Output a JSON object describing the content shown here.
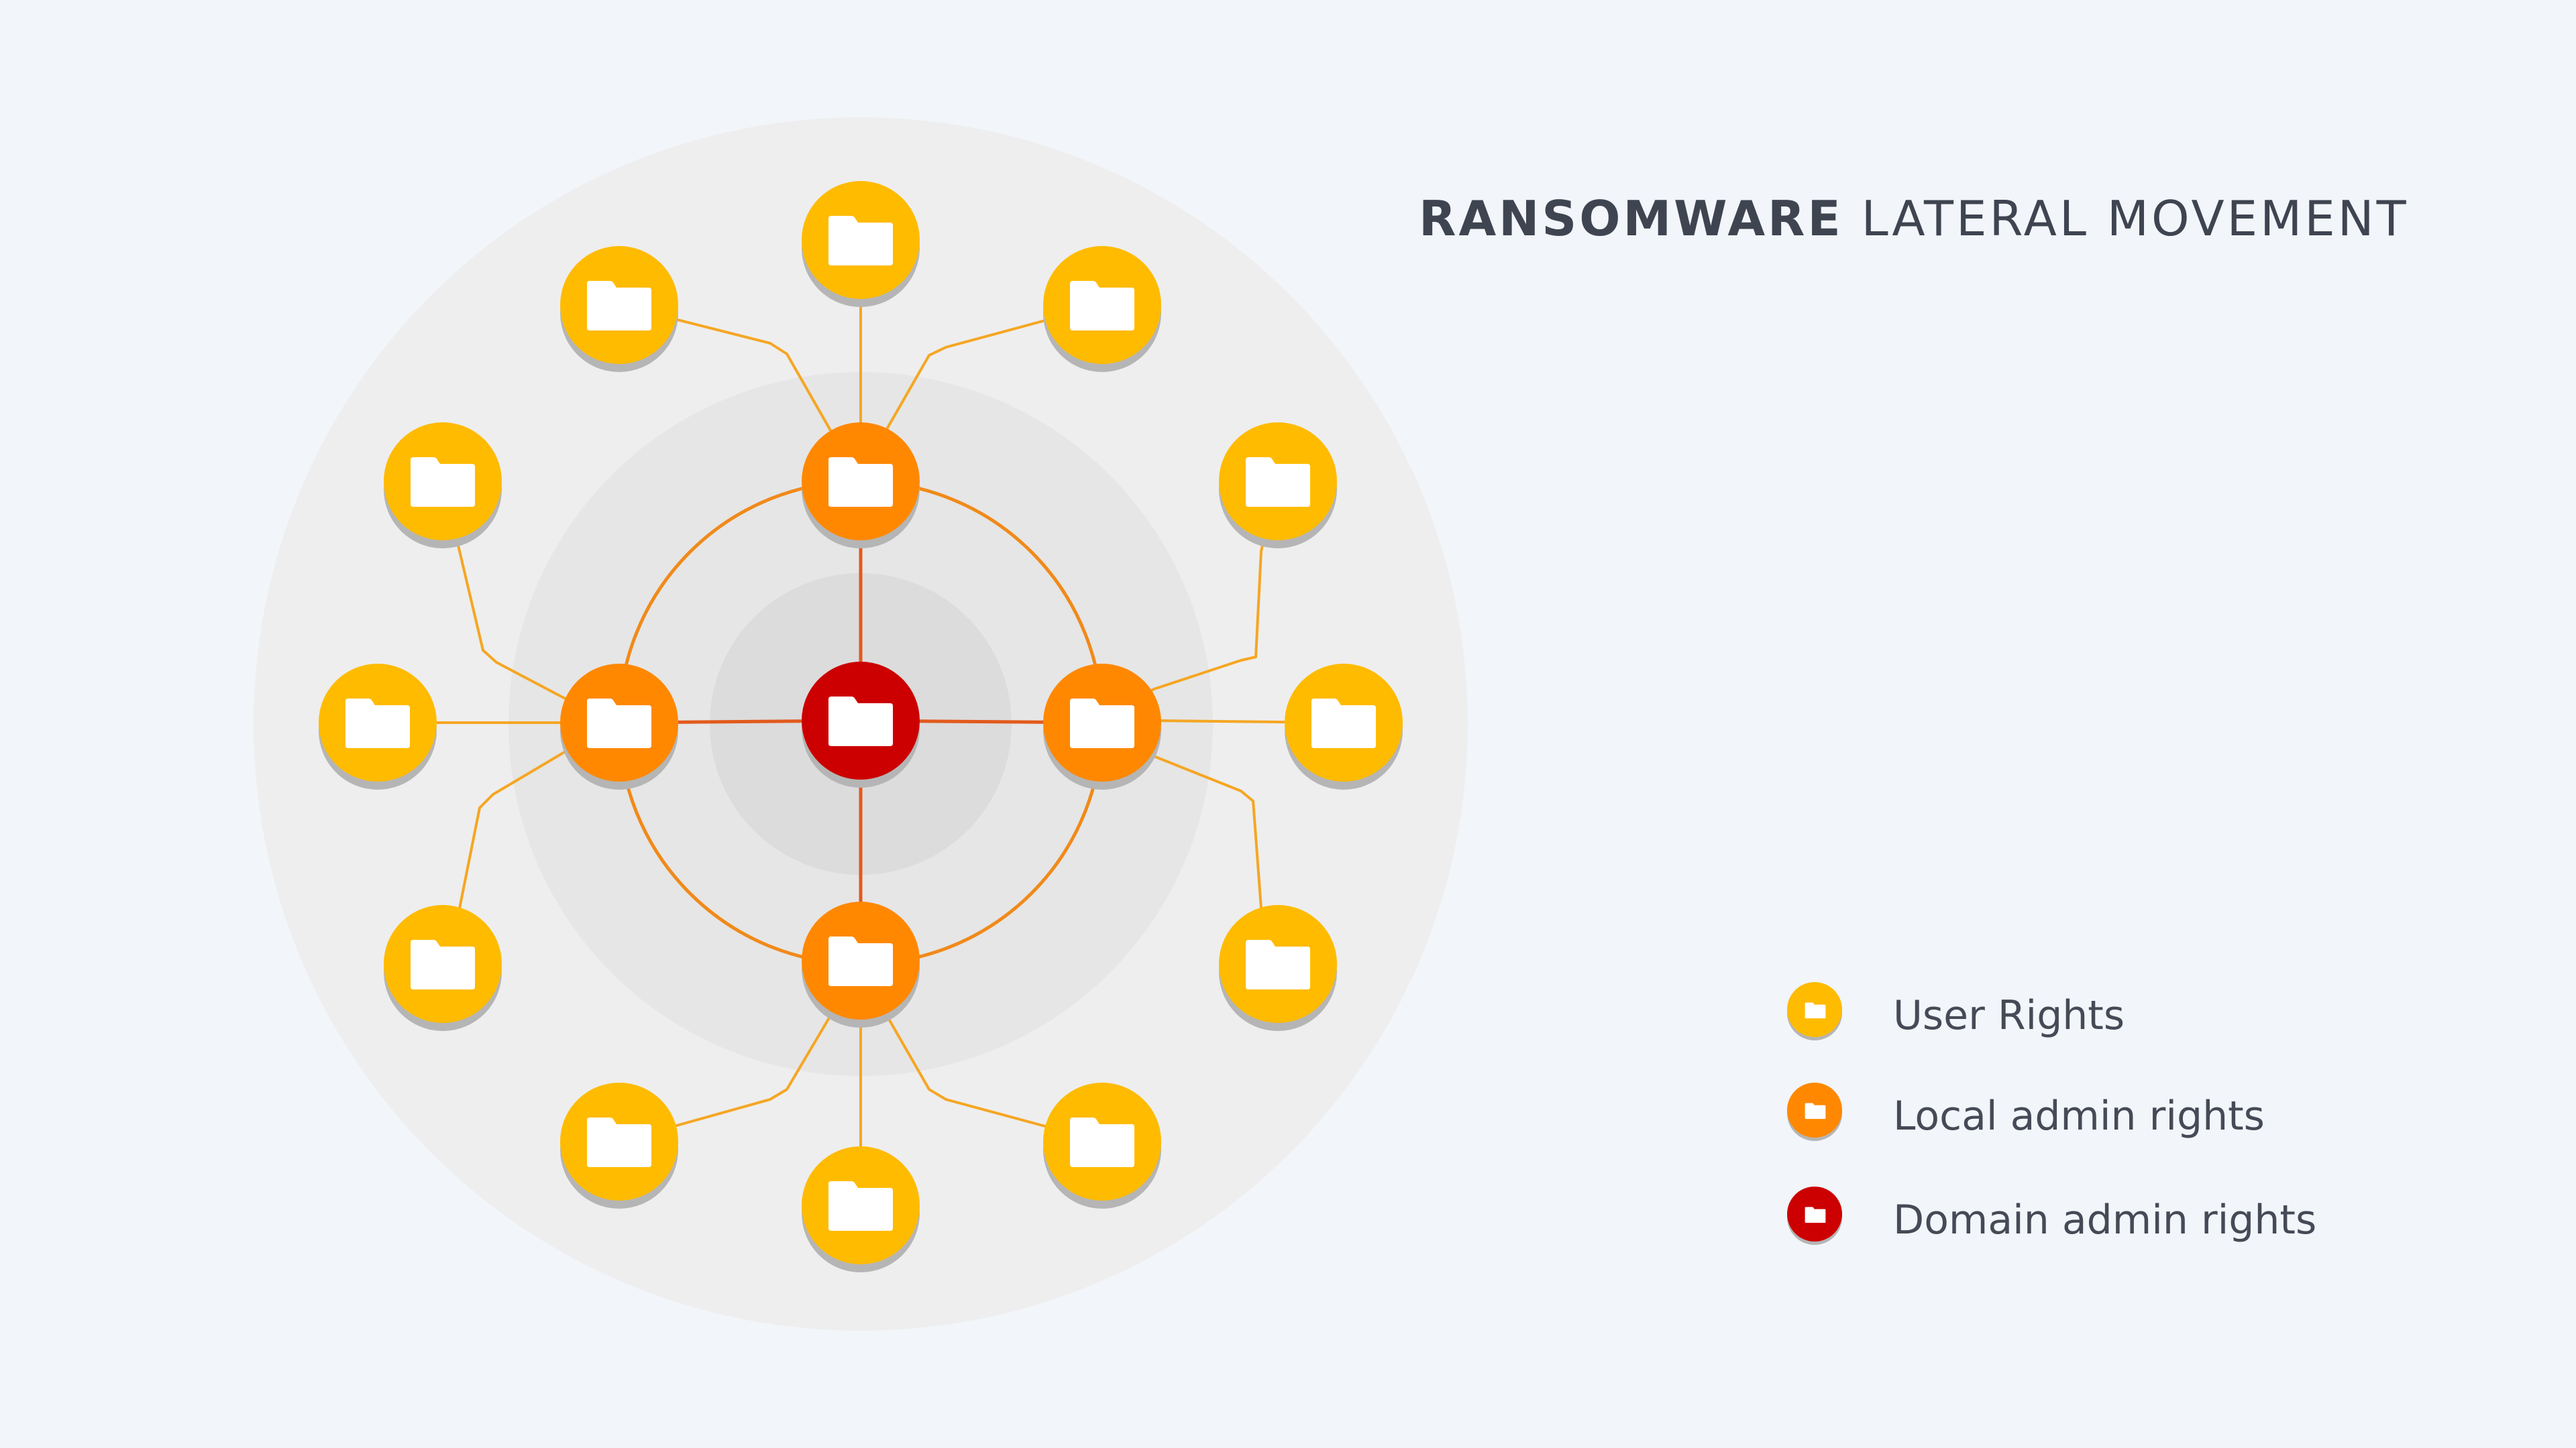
{
  "title": {
    "bold": "RANSOMWARE",
    "rest": "LATERAL MOVEMENT"
  },
  "legend": [
    {
      "label": "User Rights",
      "level": "user",
      "color": "#ffbb00"
    },
    {
      "label": "Local admin rights",
      "level": "local",
      "color": "#ff8800"
    },
    {
      "label": "Domain admin rights",
      "level": "domain",
      "color": "#cc0000"
    }
  ],
  "colors": {
    "user": "#ffbb00",
    "local": "#ff8800",
    "domain": "#cc0000",
    "folder": "#ffffff",
    "ring_outer": "#eeeeee",
    "ring_middle": "#e6e6e6",
    "ring_inner": "#dcdcdc",
    "background": "#f2f5f9"
  },
  "nodes": {
    "domain": [
      {
        "id": "center",
        "rights": "domain"
      }
    ],
    "local": [
      {
        "id": "local-top",
        "rights": "local"
      },
      {
        "id": "local-right",
        "rights": "local"
      },
      {
        "id": "local-bottom",
        "rights": "local"
      },
      {
        "id": "local-left",
        "rights": "local"
      }
    ],
    "user": [
      {
        "id": "user-1",
        "rights": "user",
        "parent": "local-top"
      },
      {
        "id": "user-2",
        "rights": "user",
        "parent": "local-top"
      },
      {
        "id": "user-3",
        "rights": "user",
        "parent": "local-top"
      },
      {
        "id": "user-4",
        "rights": "user",
        "parent": "local-right"
      },
      {
        "id": "user-5",
        "rights": "user",
        "parent": "local-right"
      },
      {
        "id": "user-6",
        "rights": "user",
        "parent": "local-right"
      },
      {
        "id": "user-7",
        "rights": "user",
        "parent": "local-bottom"
      },
      {
        "id": "user-8",
        "rights": "user",
        "parent": "local-bottom"
      },
      {
        "id": "user-9",
        "rights": "user",
        "parent": "local-bottom"
      },
      {
        "id": "user-10",
        "rights": "user",
        "parent": "local-left"
      },
      {
        "id": "user-11",
        "rights": "user",
        "parent": "local-left"
      },
      {
        "id": "user-12",
        "rights": "user",
        "parent": "local-left"
      }
    ]
  }
}
